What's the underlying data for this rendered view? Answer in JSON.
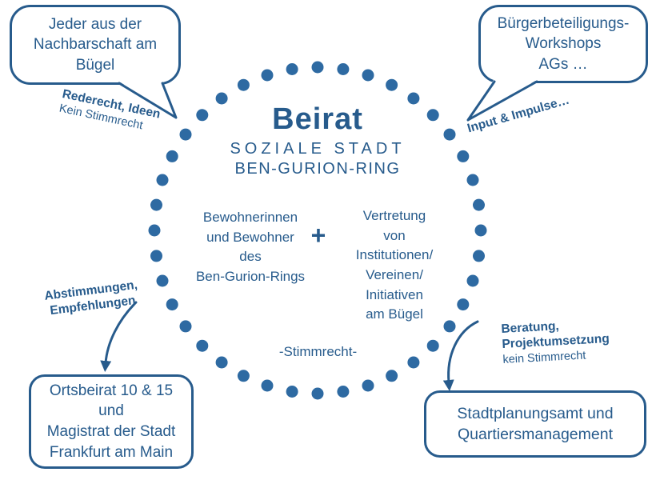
{
  "colors": {
    "accent": "#275b8c",
    "dot": "#2e6aa2",
    "background": "#ffffff"
  },
  "center": {
    "title": "Beirat",
    "subtitle_line1": "SOZIALE STADT",
    "subtitle_line2": "BEN-GURION-RING",
    "left_member_lines": [
      "Bewohnerinnen",
      "und Bewohner",
      "des",
      "Ben-Gurion-Rings"
    ],
    "plus_sign": "+",
    "right_member_lines": [
      "Vertretung",
      "von",
      "Institutionen/",
      "Vereinen/",
      "Initiativen",
      "am Bügel"
    ],
    "voting_note": "-Stimmrecht-"
  },
  "bubbles": {
    "top_left": {
      "lines": [
        "Jeder aus der",
        "Nachbarschaft am",
        "Bügel"
      ]
    },
    "top_right": {
      "lines": [
        "Bürgerbeteiligungs-",
        "Workshops",
        "AGs …"
      ]
    }
  },
  "labels": {
    "top_left": {
      "bold": "Rederecht, Ideen",
      "normal": "Kein Stimmrecht"
    },
    "top_right": {
      "bold": "Input & Impulse…"
    },
    "bottom_left": {
      "bold_lines": [
        "Abstimmungen,",
        "Empfehlungen"
      ]
    },
    "bottom_right": {
      "bold_lines": [
        "Beratung,",
        "Projektumsetzung"
      ],
      "normal": "kein Stimmrecht"
    }
  },
  "boxes": {
    "bottom_left": {
      "lines": [
        "Ortsbeirat 10 & 15",
        "und",
        "Magistrat der Stadt",
        "Frankfurt am Main"
      ]
    },
    "bottom_right": {
      "lines": [
        "Stadtplanungsamt und",
        "Quartiersmanagement"
      ]
    }
  }
}
